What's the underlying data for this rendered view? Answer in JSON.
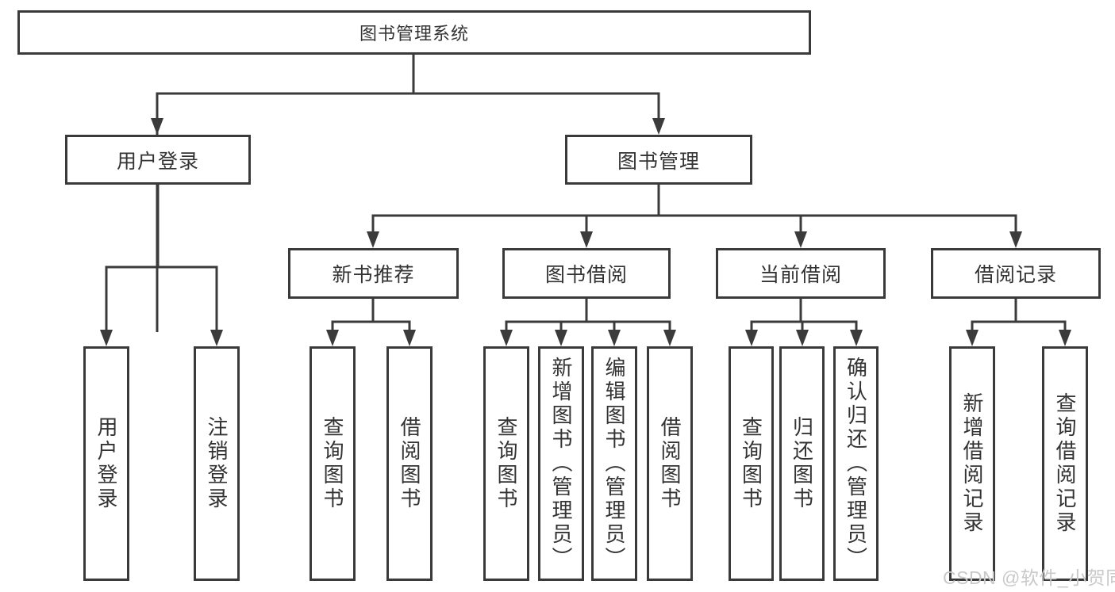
{
  "diagram": {
    "root": "图书管理系统",
    "branches": {
      "left": "用户登录",
      "right": "图书管理"
    },
    "modules": [
      "新书推荐",
      "图书借阅",
      "当前借阅",
      "借阅记录"
    ],
    "leaves": {
      "login": [
        "用户登录",
        "注销登录"
      ],
      "recommend": [
        "查询图书",
        "借阅图书"
      ],
      "borrow": [
        "查询图书",
        "新增图书（管理员）",
        "编辑图书（管理员）",
        "借阅图书"
      ],
      "current": [
        "查询图书",
        "归还图书",
        "确认归还（管理员）"
      ],
      "records": [
        "新增借阅记录",
        "查询借阅记录"
      ]
    }
  },
  "watermark": "CSDN @软件_小贺同学",
  "colors": {
    "line": "#3b3b3b",
    "text": "#333333",
    "watermark": "#c9c9c9",
    "background": "#ffffff"
  }
}
